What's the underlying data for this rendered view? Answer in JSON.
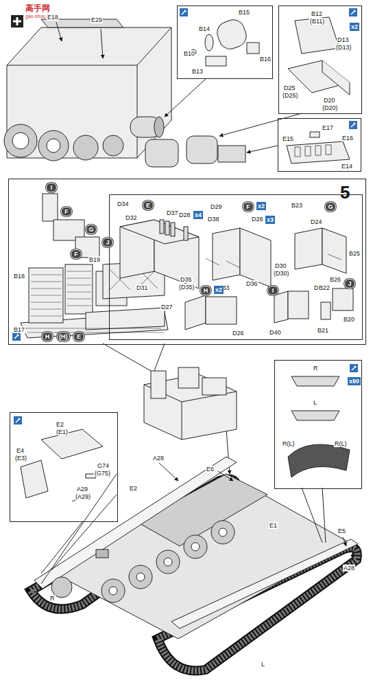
{
  "diagram": {
    "nodes": [
      {
        "text": [
          "B15",
          "B14",
          "B16",
          "B13",
          "B10"
        ]
      },
      {
        "text": [
          "B12",
          "(B11)",
          "x2",
          "D13",
          "(D13)",
          "D25",
          "(D25)",
          "D20",
          "(D20)"
        ]
      },
      {
        "text": [
          "E17",
          "E15",
          "E16",
          "E14"
        ]
      },
      {
        "text": [
          "5",
          "I",
          "F",
          "G",
          "J",
          "B18",
          "F",
          "B19",
          "B17",
          "H",
          "(H)",
          "E"
        ]
      },
      {
        "text": [
          "D34",
          "E",
          "D37",
          "D28",
          "x4",
          "D32",
          "D35",
          "(D35)",
          "D31",
          "D29",
          "F",
          "x2",
          "D38",
          "D28",
          "x3",
          "D36",
          "D30",
          "(D30)",
          "D33",
          "B23",
          "G",
          "D24",
          "B25",
          "B26",
          "D27",
          "H",
          "x2",
          "D26",
          "I",
          "D39",
          "D40",
          "B22",
          "J",
          "B20",
          "B21"
        ],
        "in": 3
      },
      {
        "text": [
          "R",
          "x90",
          "L",
          "R(L)",
          "R(L)"
        ]
      },
      {
        "text": [
          "E2",
          "(E1)",
          "E4",
          "(E3)",
          "G74",
          "(G75)",
          "A29",
          "(A29)"
        ]
      }
    ],
    "labels": [
      "高手网",
      "gao-shou.com",
      "E18",
      "E29",
      "A28",
      "E6",
      "E2",
      "E1",
      "E5",
      "A28",
      "R",
      "L"
    ]
  }
}
